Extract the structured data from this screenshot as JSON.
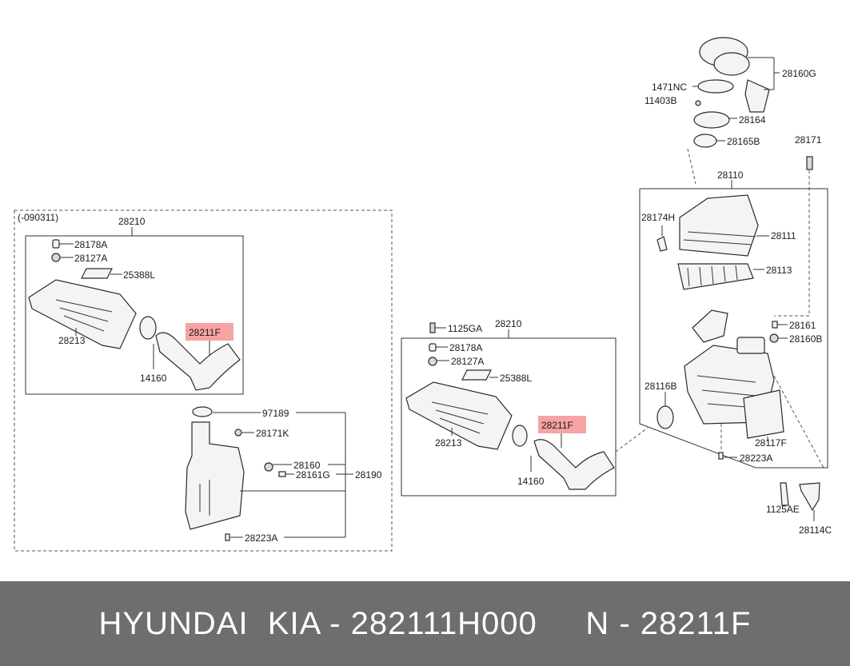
{
  "diagram": {
    "variant_label": "(-090311)",
    "left_group": {
      "assembly": "28210",
      "parts": [
        "28178A",
        "28127A",
        "25388L",
        "28213",
        "28211F",
        "14160"
      ],
      "resonator": [
        "97189",
        "28171K",
        "28160",
        "28161G",
        "28190",
        "28223A"
      ]
    },
    "middle_group": {
      "assembly": "28210",
      "parts": [
        "1125GA",
        "28178A",
        "28127A",
        "25388L",
        "28213",
        "28211F",
        "14160"
      ]
    },
    "right_group": {
      "top": [
        "28160G",
        "1471NC",
        "11403B",
        "28164",
        "28165B",
        "28171"
      ],
      "assembly": "28110",
      "parts": [
        "28174H",
        "28111",
        "28113",
        "28161",
        "28160B",
        "28116B",
        "28117F",
        "28223A",
        "1125AE",
        "28114C"
      ]
    }
  },
  "footer": {
    "text": "HYUNDAI  KIA - 282111H000     N - 28211F"
  },
  "colors": {
    "highlight": "#f6a3a3",
    "footer_bg": "#6e6e6e",
    "footer_text": "#ffffff"
  }
}
